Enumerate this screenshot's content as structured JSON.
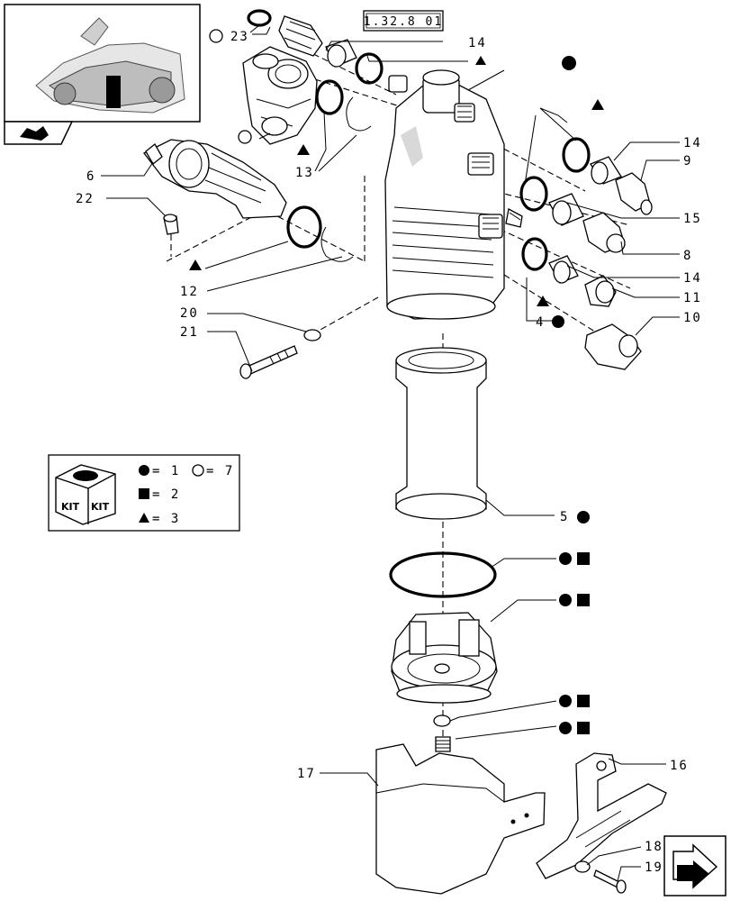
{
  "reference_box": "1.32.8  01",
  "callouts": {
    "c23": "23",
    "c14a": "14",
    "c13": "13",
    "c6": "6",
    "c22": "22",
    "c12": "12",
    "c20": "20",
    "c21": "21",
    "c14b": "14",
    "c9": "9",
    "c15": "15",
    "c8": "8",
    "c14c": "14",
    "c11": "11",
    "c4": "4",
    "c10": "10",
    "c5": "5",
    "c17": "17",
    "c16": "16",
    "c18": "18",
    "c19": "19"
  },
  "legend": {
    "kit_word": "KIT",
    "circle_filled_value": "= 1",
    "circle_open_value": "= 7",
    "square_value": "= 2",
    "triangle_value": "= 3"
  },
  "icons": [
    "thumbnail-tractor",
    "book-arrow-icon",
    "kit-box-icon",
    "next-page-arrow-icon"
  ]
}
